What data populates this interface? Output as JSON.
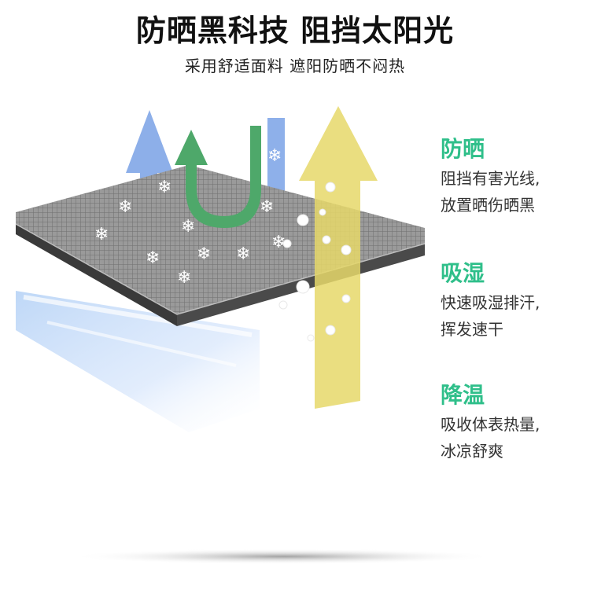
{
  "header": {
    "title": "防晒黑科技 阻挡太阳光",
    "subtitle": "采用舒适面料  遮阳防晒不闷热"
  },
  "features": [
    {
      "heading": "防晒",
      "desc_line1": "阻挡有害光线,",
      "desc_line2": "放置晒伤晒黑"
    },
    {
      "heading": "吸湿",
      "desc_line1": "快速吸湿排汗,",
      "desc_line2": "挥发速干"
    },
    {
      "heading": "降温",
      "desc_line1": "吸收体表热量,",
      "desc_line2": "冰凉舒爽"
    }
  ],
  "colors": {
    "accent_green": "#2fbf8a",
    "blue_arrow": "#7aa2e6",
    "green_arrow": "#4ea86a",
    "yellow_arrow": "#e6d86a",
    "fabric_gray": "#8e8e8e"
  },
  "icons": {
    "blue_arrow": "u-turn-arrow-icon",
    "green_arrow": "u-turn-arrow-small-icon",
    "yellow_arrow": "up-arrow-icon",
    "snowflake": "snowflake-icon"
  }
}
